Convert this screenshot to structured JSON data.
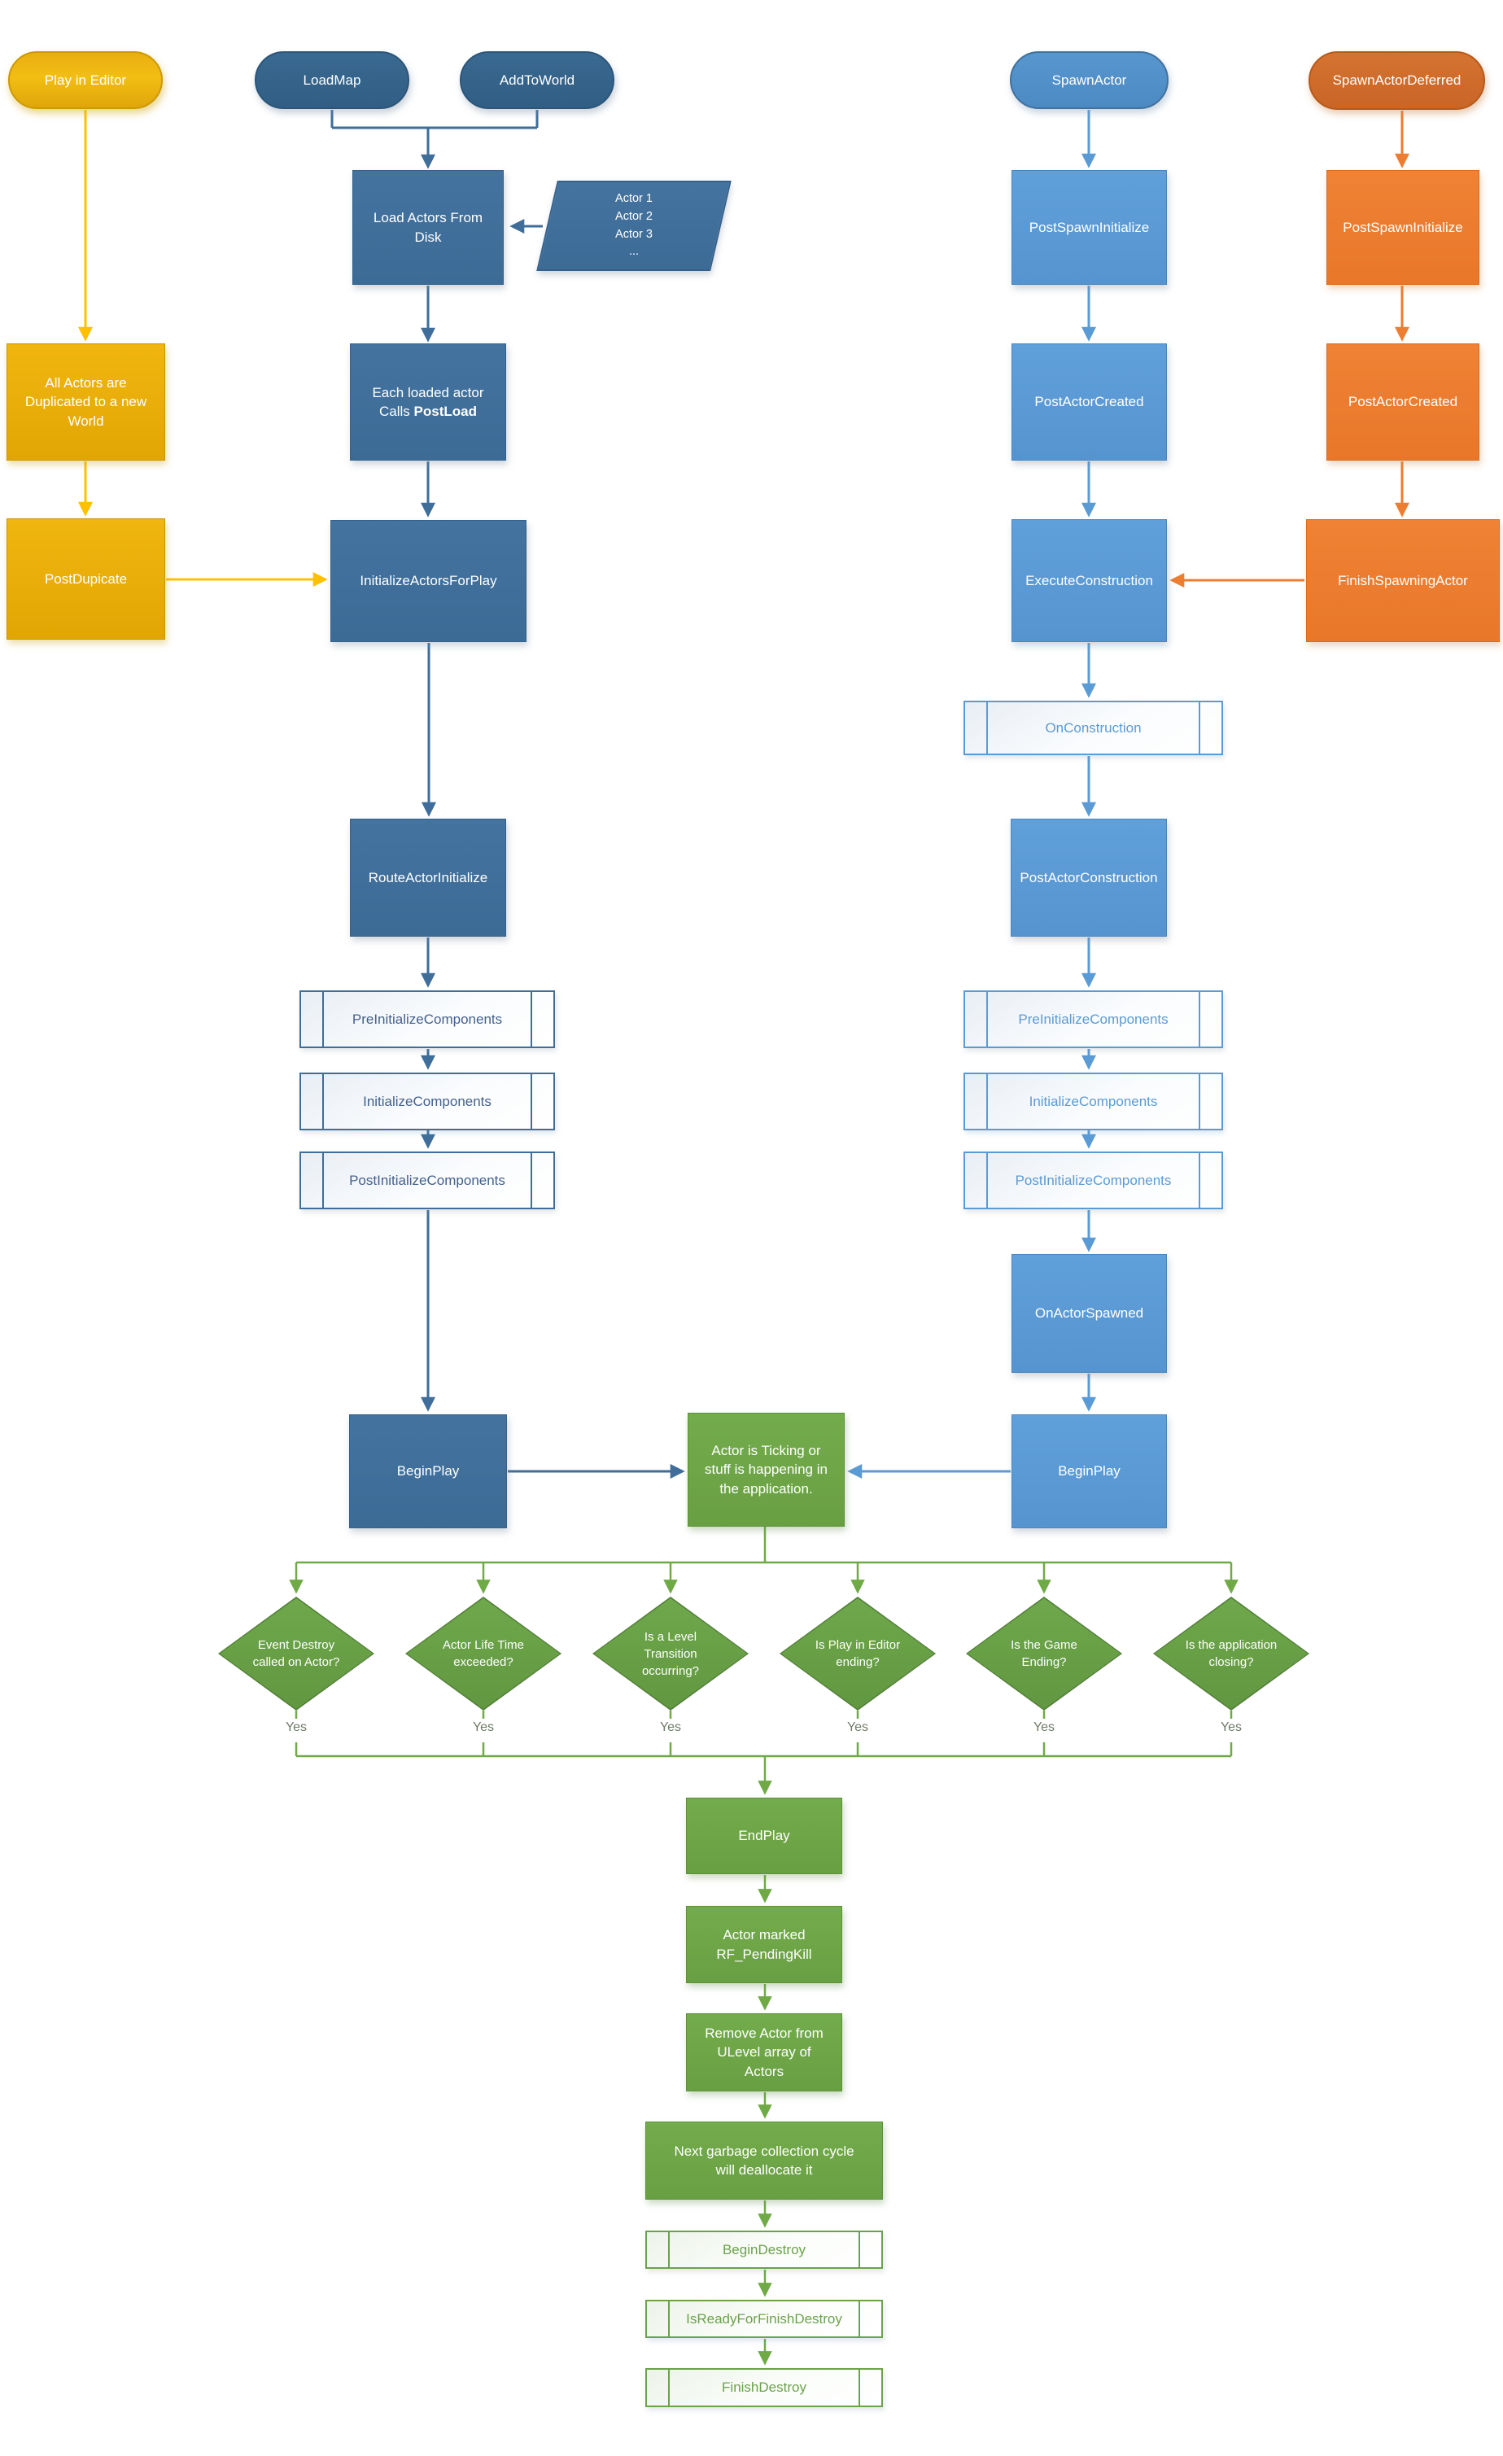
{
  "colors": {
    "editor_flow": "#FFC000",
    "load_flow": "#3E6E99",
    "spawn_flow": "#5B9BD5",
    "deferred_flow": "#ED7D31",
    "gameplay_flow": "#70AA46"
  },
  "nodes": {
    "play_in_editor": "Play in Editor",
    "load_map": "LoadMap",
    "add_to_world": "AddToWorld",
    "spawn_actor": "SpawnActor",
    "spawn_actor_deferred": "SpawnActorDeferred",
    "load_actors_from_disk": "Load Actors From\nDisk",
    "actor_list": "Actor 1\nActor 2\nActor 3\n...",
    "all_actors_duplicated": "All Actors are\nDuplicated to a new\nWorld",
    "post_duplicate": "PostDupicate",
    "each_loaded_actor": {
      "line1": "Each loaded actor",
      "line2_prefix": "Calls ",
      "line2_bold": "PostLoad"
    },
    "initialize_actors_for_play": "InitializeActorsForPlay",
    "route_actor_initialize": "RouteActorInitialize",
    "pre_initialize_components_left": "PreInitializeComponents",
    "initialize_components_left": "InitializeComponents",
    "post_initialize_components_left": "PostInitializeComponents",
    "begin_play_left": "BeginPlay",
    "post_spawn_initialize_blue": "PostSpawnInitialize",
    "post_actor_created_blue": "PostActorCreated",
    "execute_construction": "ExecuteConstruction",
    "on_construction": "OnConstruction",
    "post_actor_construction": "PostActorConstruction",
    "pre_initialize_components_right": "PreInitializeComponents",
    "initialize_components_right": "InitializeComponents",
    "post_initialize_components_right": "PostInitializeComponents",
    "on_actor_spawned": "OnActorSpawned",
    "begin_play_right": "BeginPlay",
    "post_spawn_initialize_orange": "PostSpawnInitialize",
    "post_actor_created_orange": "PostActorCreated",
    "finish_spawning_actor": "FinishSpawningActor",
    "actor_ticking": "Actor is Ticking or\nstuff is happening in\nthe application.",
    "end_play": "EndPlay",
    "actor_marked_pending_kill": "Actor marked\nRF_PendingKill",
    "remove_actor": "Remove Actor from\nULevel array of\nActors",
    "garbage_collection": "Next garbage collection cycle\nwill deallocate it",
    "begin_destroy": "BeginDestroy",
    "is_ready_for_finish_destroy": "IsReadyForFinishDestroy",
    "finish_destroy": "FinishDestroy"
  },
  "decisions": [
    {
      "label": "Event Destroy\ncalled on Actor?",
      "branch": "Yes"
    },
    {
      "label": "Actor Life Time\nexceeded?",
      "branch": "Yes"
    },
    {
      "label": "Is a Level\nTransition\noccurring?",
      "branch": "Yes"
    },
    {
      "label": "Is Play in Editor\nending?",
      "branch": "Yes"
    },
    {
      "label": "Is the Game\nEnding?",
      "branch": "Yes"
    },
    {
      "label": "Is the application\nclosing?",
      "branch": "Yes"
    }
  ]
}
